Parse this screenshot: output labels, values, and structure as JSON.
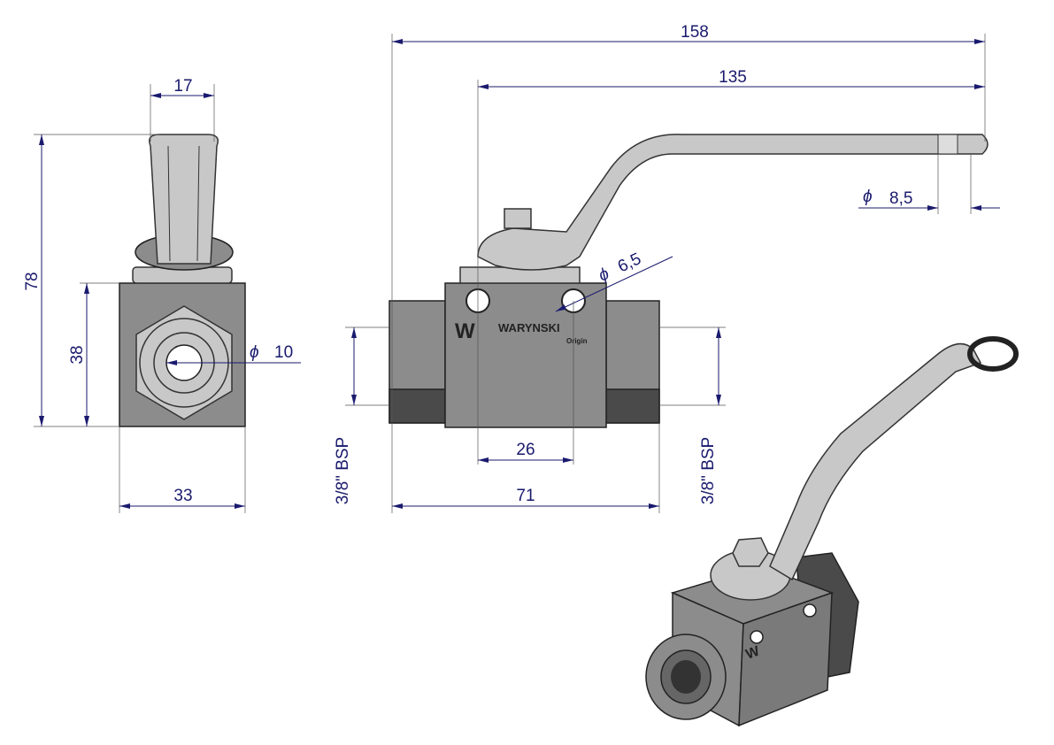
{
  "dimensions": {
    "handle_width": "17",
    "total_height": "78",
    "body_height": "38",
    "bore_symbol": "ϕ",
    "bore_diameter": "10",
    "body_width": "33",
    "total_length": "158",
    "handle_length": "135",
    "handle_hole_symbol": "ϕ",
    "handle_hole_diameter": "8,5",
    "mount_hole_symbol": "ϕ",
    "mount_hole_diameter": "6,5",
    "mount_hole_spacing": "26",
    "body_length": "71",
    "thread_left": "3/8\" BSP",
    "thread_right": "3/8\" BSP"
  },
  "logo": {
    "brand": "WARYNSKI",
    "sub": "Origin"
  },
  "colors": {
    "dimension": "#1a1a6e",
    "body": "#8c8c8c"
  }
}
